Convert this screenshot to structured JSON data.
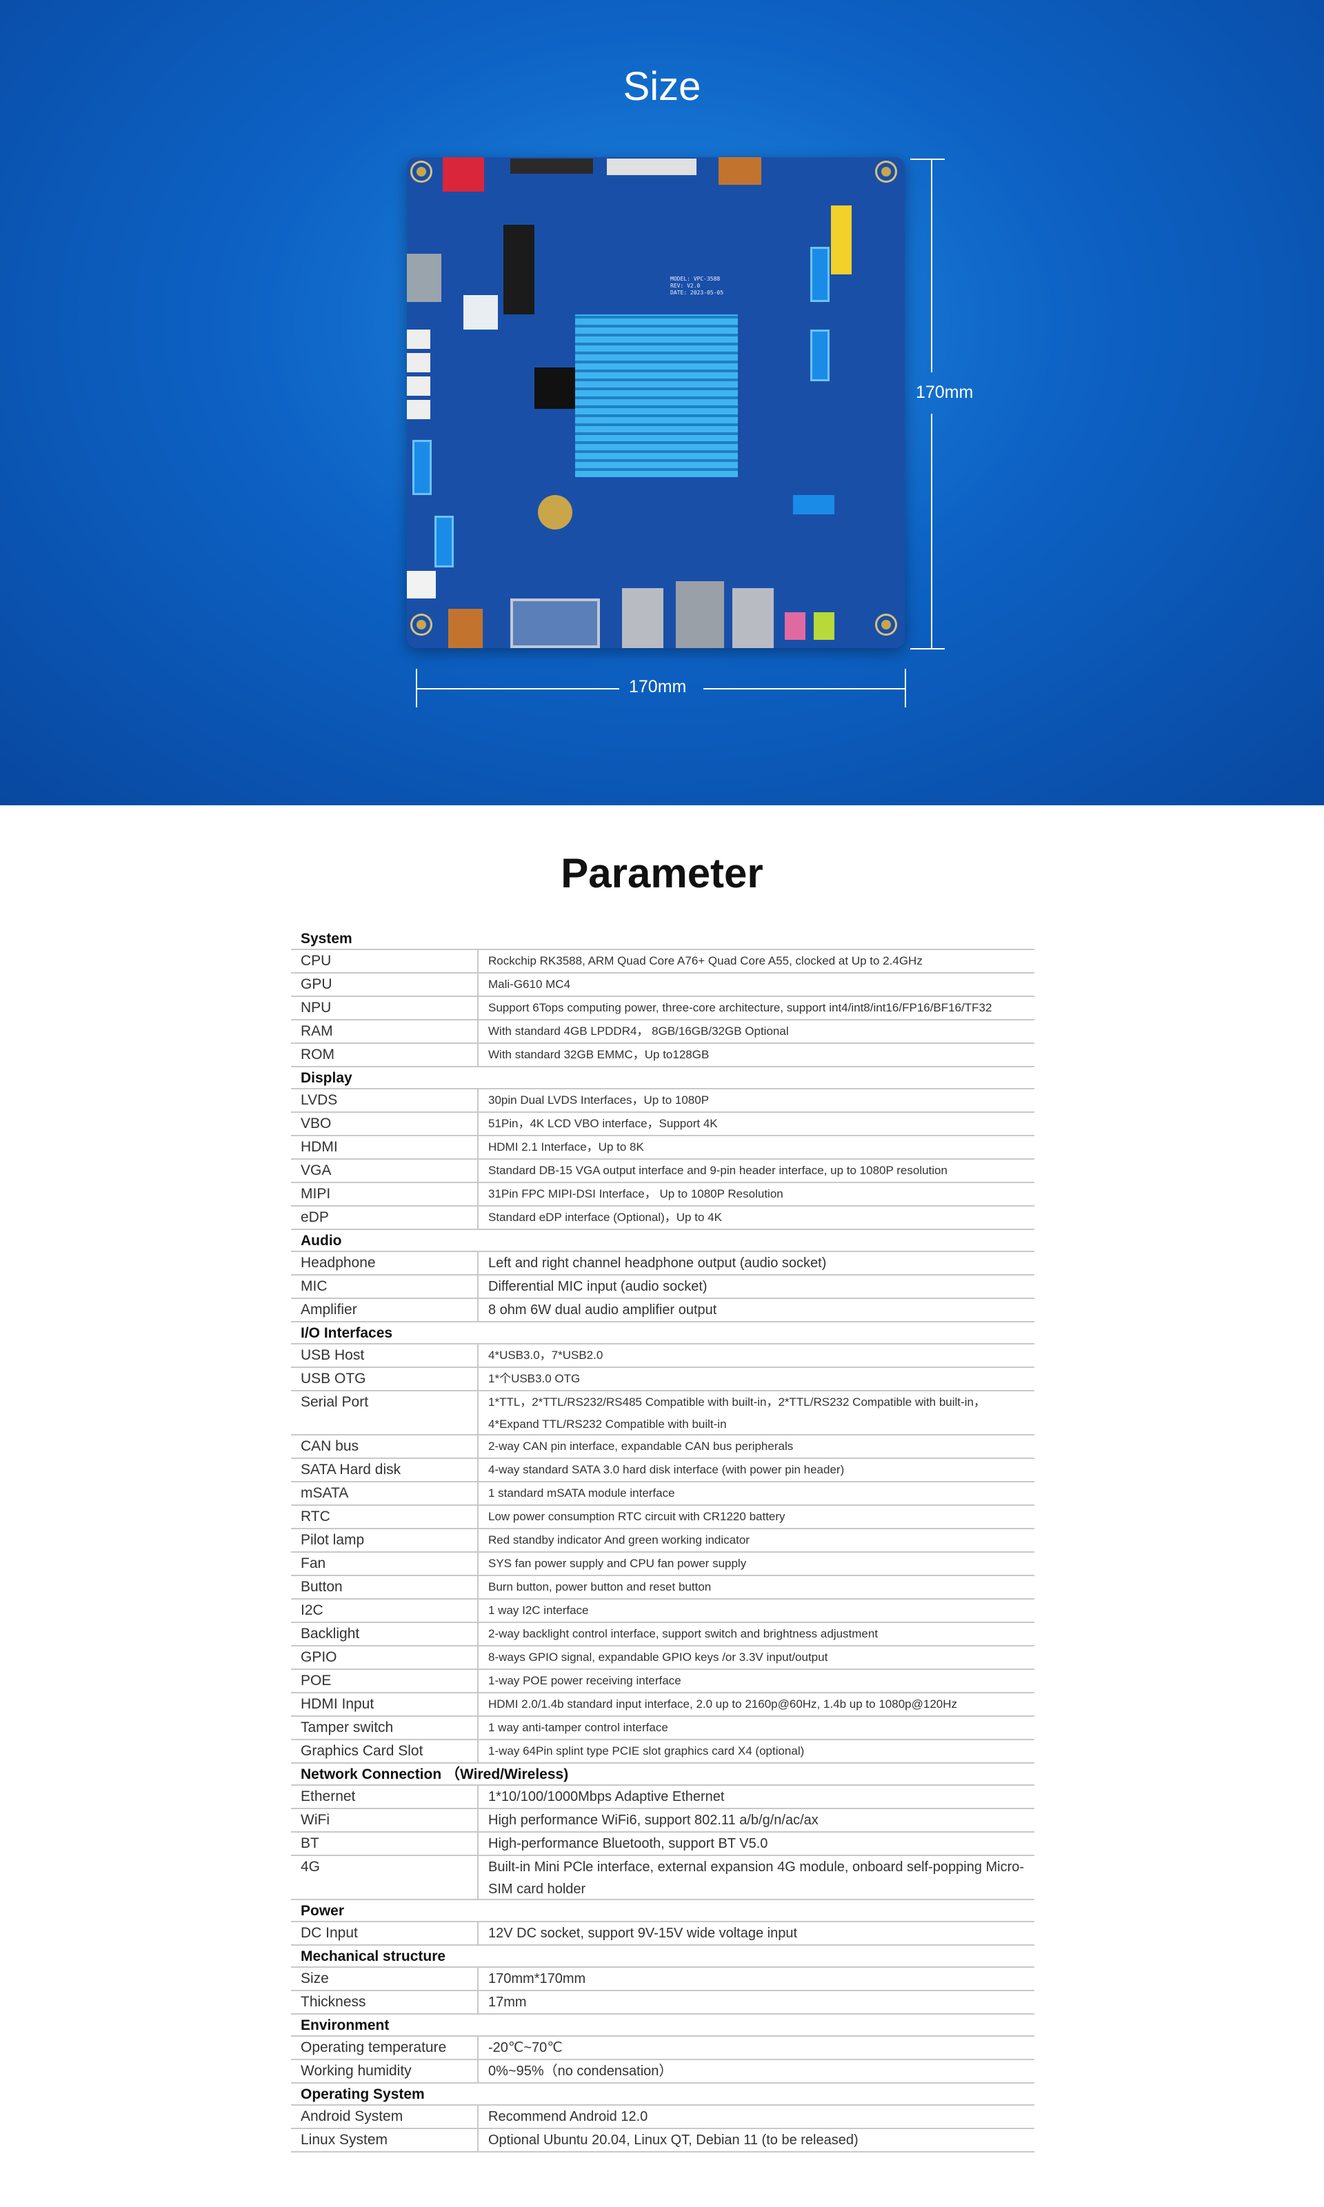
{
  "size_section": {
    "title": "Size",
    "height_label": "170mm",
    "width_label": "170mm",
    "board_marking": "MODEL: VPC-3588\nREV: V2.0\nDATE: 2023-05-05"
  },
  "parameter_section": {
    "title": "Parameter"
  },
  "sections": [
    {
      "title": "System",
      "rows": [
        {
          "k": "CPU",
          "v": "Rockchip RK3588, ARM Quad Core A76+ Quad Core A55, clocked at Up to 2.4GHz"
        },
        {
          "k": "GPU",
          "v": "Mali-G610 MC4"
        },
        {
          "k": "NPU",
          "v": "Support 6Tops computing power, three-core architecture, support int4/int8/int16/FP16/BF16/TF32"
        },
        {
          "k": "RAM",
          "v": "With standard 4GB LPDDR4，  8GB/16GB/32GB Optional"
        },
        {
          "k": "ROM",
          "v": "With standard 32GB EMMC，Up to128GB"
        }
      ]
    },
    {
      "title": "Display",
      "rows": [
        {
          "k": "LVDS",
          "v": "30pin Dual LVDS Interfaces，Up to 1080P"
        },
        {
          "k": "VBO",
          "v": "51Pin，4K LCD VBO interface，Support 4K"
        },
        {
          "k": "HDMI",
          "v": "HDMI 2.1 Interface，Up to 8K"
        },
        {
          "k": "VGA",
          "v": "Standard DB-15 VGA output interface and 9-pin header interface, up to 1080P resolution"
        },
        {
          "k": "MIPI",
          "v": "31Pin FPC MIPI-DSI Interface，  Up to 1080P Resolution"
        },
        {
          "k": "eDP",
          "v": "Standard eDP interface (Optional)，Up to 4K"
        }
      ]
    },
    {
      "title": "Audio",
      "rows": [
        {
          "k": "Headphone",
          "v": "Left and right channel headphone output (audio socket)"
        },
        {
          "k": "MIC",
          "v": "Differential MIC input (audio socket)"
        },
        {
          "k": "Amplifier",
          "v": "8 ohm 6W dual audio amplifier output"
        }
      ]
    },
    {
      "title": "I/O Interfaces",
      "rows": [
        {
          "k": "USB Host",
          "v": "4*USB3.0，7*USB2.0"
        },
        {
          "k": "USB OTG",
          "v": "1*个USB3.0 OTG"
        },
        {
          "k": "Serial Port",
          "v": "1*TTL，2*TTL/RS232/RS485 Compatible with built-in，2*TTL/RS232 Compatible with built-in，4*Expand TTL/RS232 Compatible with built-in",
          "double": true
        },
        {
          "k": "CAN bus",
          "v": "2-way CAN pin interface, expandable CAN bus peripherals"
        },
        {
          "k": "SATA Hard disk",
          "v": "4-way standard SATA 3.0 hard disk interface (with power pin header)"
        },
        {
          "k": "mSATA",
          "v": "1 standard mSATA module interface"
        },
        {
          "k": "RTC",
          "v": "Low power consumption RTC circuit with CR1220 battery"
        },
        {
          "k": "Pilot lamp",
          "v": "Red standby indicator And green working indicator"
        },
        {
          "k": "Fan",
          "v": "SYS fan power supply and CPU fan power supply"
        },
        {
          "k": "Button",
          "v": "Burn button, power button and reset button"
        },
        {
          "k": "I2C",
          "v": "1 way I2C interface"
        },
        {
          "k": "Backlight",
          "v": "2-way backlight control interface, support switch and brightness adjustment"
        },
        {
          "k": "GPIO",
          "v": "8-ways GPIO signal, expandable GPIO keys /or 3.3V input/output"
        },
        {
          "k": "POE",
          "v": "1-way POE power receiving interface"
        },
        {
          "k": "HDMI Input",
          "v": "HDMI 2.0/1.4b standard input interface, 2.0 up to 2160p@60Hz, 1.4b up to 1080p@120Hz"
        },
        {
          "k": "Tamper switch",
          "v": "1 way anti-tamper control interface"
        },
        {
          "k": "Graphics Card Slot",
          "v": "1-way 64Pin splint type PCIE slot graphics card X4 (optional)"
        }
      ]
    },
    {
      "title": "Network Connection （Wired/Wireless)",
      "rows": [
        {
          "k": "Ethernet",
          "v": "1*10/100/1000Mbps Adaptive Ethernet"
        },
        {
          "k": "WiFi",
          "v": "High performance WiFi6, support 802.11 a/b/g/n/ac/ax"
        },
        {
          "k": "BT",
          "v": "High-performance Bluetooth, support BT V5.0"
        },
        {
          "k": "4G",
          "v": "Built-in Mini PCle interface, external expansion 4G module, onboard self-popping Micro-SIM card holder",
          "double": true
        }
      ]
    },
    {
      "title": "Power",
      "rows": [
        {
          "k": "DC Input",
          "v": "12V DC socket, support 9V-15V wide voltage input"
        }
      ]
    },
    {
      "title": "Mechanical structure",
      "rows": [
        {
          "k": "Size",
          "v": "170mm*170mm"
        },
        {
          "k": "Thickness",
          "v": "17mm"
        }
      ]
    },
    {
      "title": "Environment",
      "rows": [
        {
          "k": "Operating temperature",
          "v": "-20℃~70℃"
        },
        {
          "k": "Working humidity",
          "v": "0%~95%（no condensation）"
        }
      ]
    },
    {
      "title": "Operating System",
      "rows": [
        {
          "k": "Android System",
          "v": "Recommend Android 12.0"
        },
        {
          "k": "Linux System",
          "v": "Optional Ubuntu 20.04, Linux QT, Debian 11 (to be released)"
        }
      ]
    }
  ]
}
